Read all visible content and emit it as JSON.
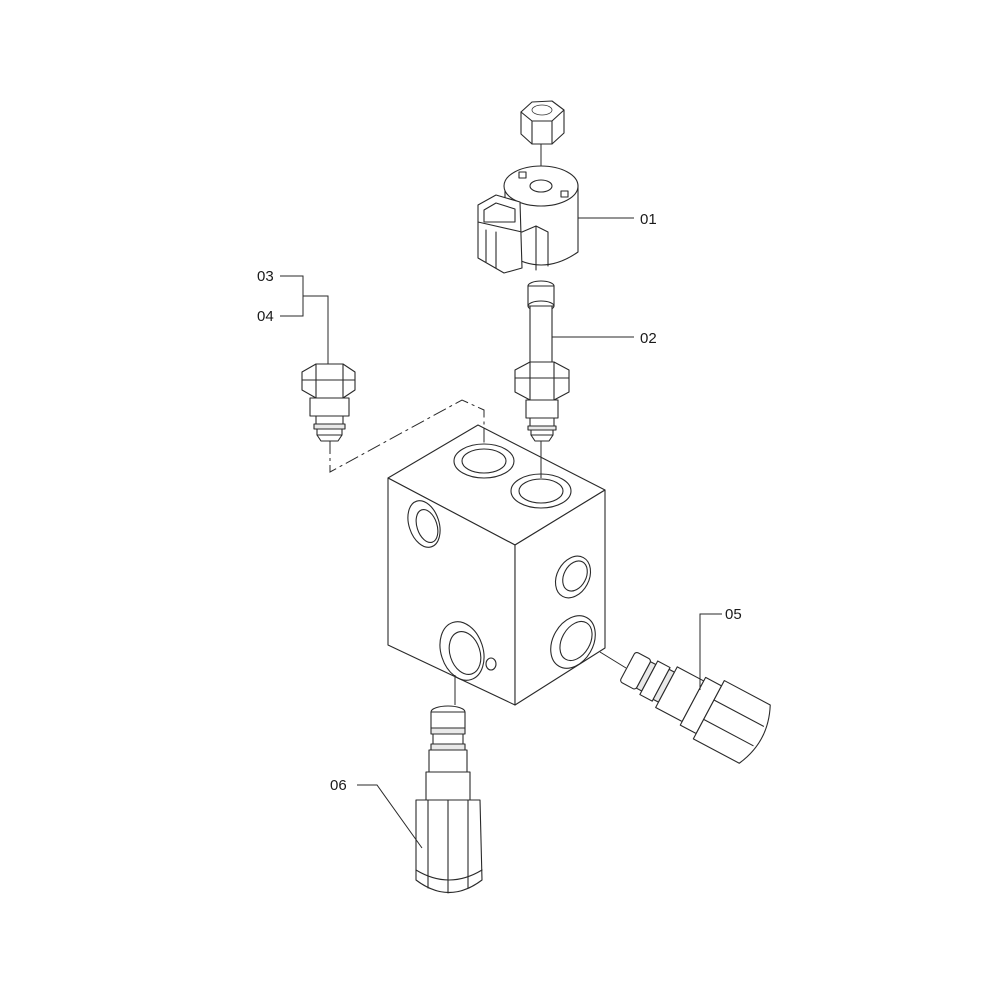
{
  "labels": {
    "p01": "01",
    "p02": "02",
    "p03": "03",
    "p04": "04",
    "p05": "05",
    "p06": "06"
  },
  "colors": {
    "line": "#2a2a2a",
    "background": "#ffffff"
  }
}
